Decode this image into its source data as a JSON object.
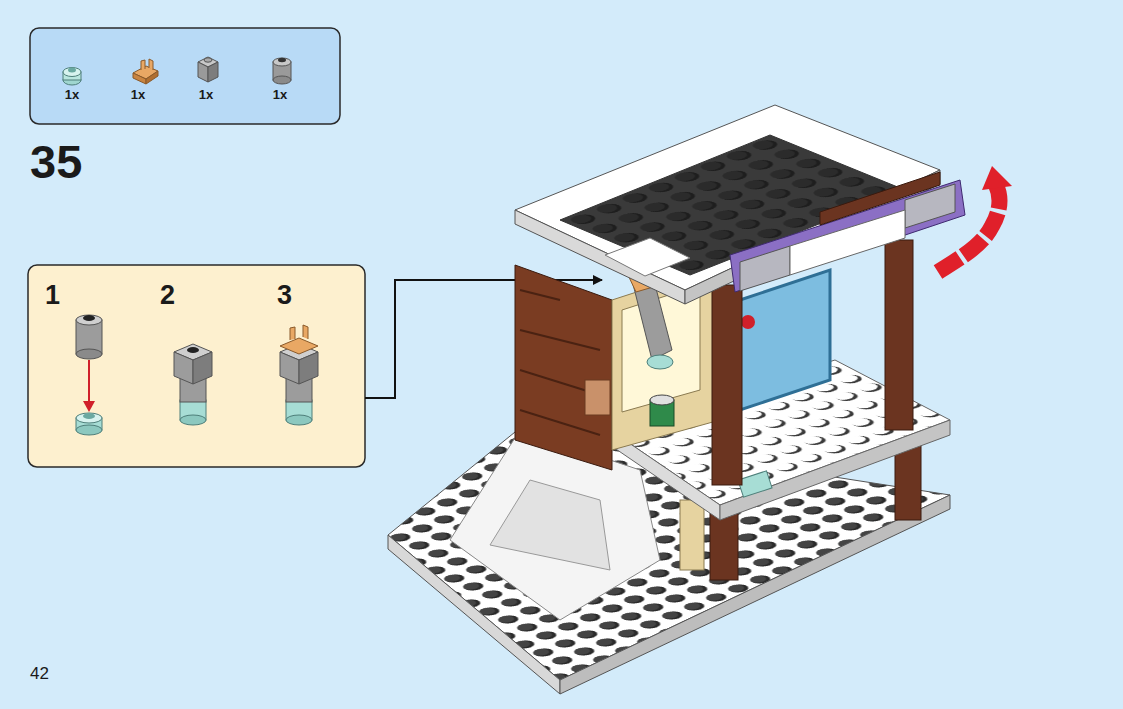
{
  "diagram": {
    "nodes": [
      {
        "text": [
          "1x",
          "1x",
          "1x",
          "1x"
        ]
      },
      {
        "text": [
          "1",
          "2",
          "3"
        ]
      }
    ],
    "labels": [
      "35",
      "42"
    ]
  }
}
